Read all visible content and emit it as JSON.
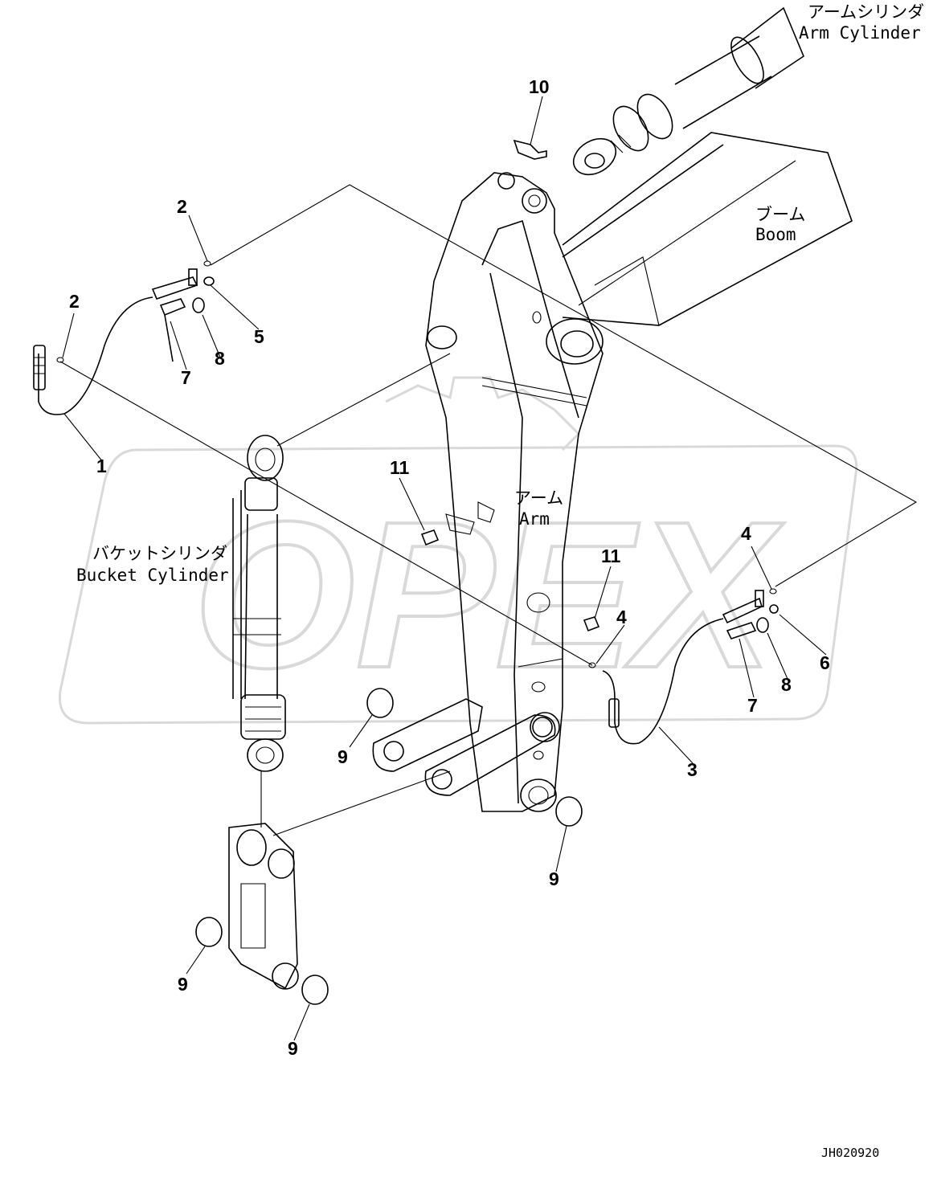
{
  "labels": {
    "arm_cylinder_jp": "アームシリンダ",
    "arm_cylinder_en": "Arm Cylinder",
    "boom_jp": "ブーム",
    "boom_en": "Boom",
    "arm_jp": "アーム",
    "arm_en": "Arm",
    "bucket_cylinder_jp": "バケットシリンダ",
    "bucket_cylinder_en": "Bucket Cylinder"
  },
  "watermark": "OPEX",
  "drawing_code": "JH020920",
  "callouts": [
    "1",
    "2",
    "2",
    "3",
    "4",
    "4",
    "5",
    "6",
    "7",
    "7",
    "8",
    "8",
    "9",
    "9",
    "9",
    "9",
    "10",
    "11",
    "11"
  ]
}
